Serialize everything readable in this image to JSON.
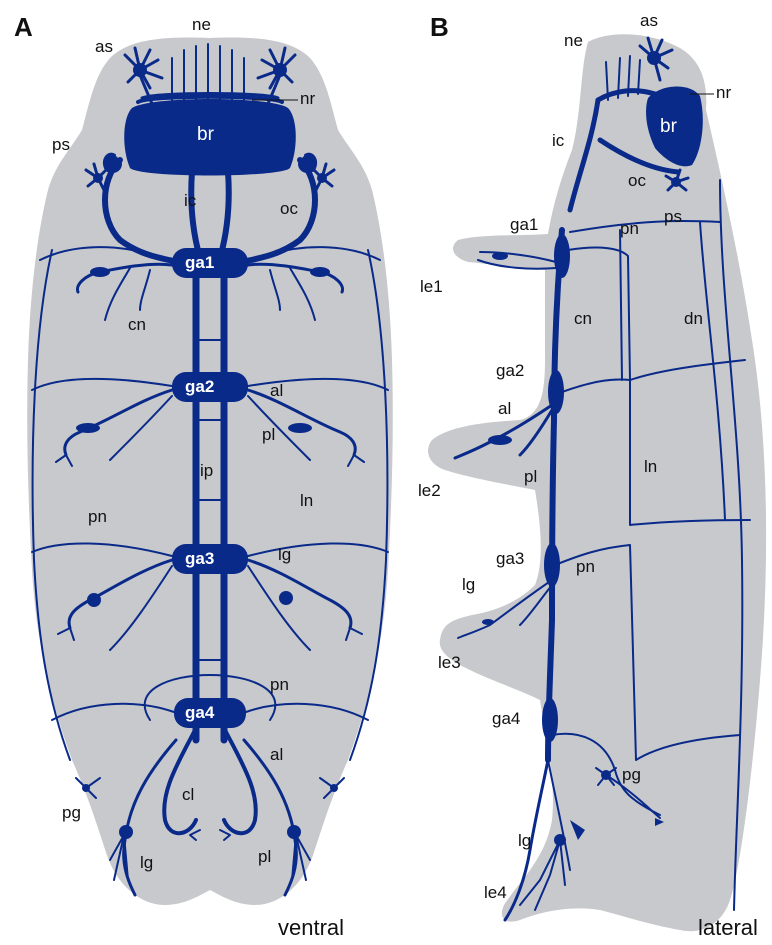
{
  "colors": {
    "body": "#c8c9cc",
    "nerve": "#0a2a8a",
    "text": "#111111",
    "background": "#ffffff"
  },
  "panelA": {
    "letter": "A",
    "view": "ventral",
    "labels": {
      "as": "as",
      "ne": "ne",
      "nr": "nr",
      "ps": "ps",
      "br": "br",
      "ic": "ic",
      "oc": "oc",
      "ga1": "ga1",
      "cn": "cn",
      "ga2": "ga2",
      "al": "al",
      "pl": "pl",
      "ip": "ip",
      "ln": "ln",
      "pn": "pn",
      "ga3": "ga3",
      "lg": "lg",
      "ga4": "ga4",
      "pn2": "pn",
      "cl": "cl",
      "al2": "al",
      "pg": "pg",
      "lg2": "lg",
      "pl2": "pl"
    }
  },
  "panelB": {
    "letter": "B",
    "view": "lateral",
    "labels": {
      "as": "as",
      "ne": "ne",
      "nr": "nr",
      "br": "br",
      "ic": "ic",
      "oc": "oc",
      "ps": "ps",
      "ga1": "ga1",
      "pn": "pn",
      "le1": "le1",
      "cn": "cn",
      "dn": "dn",
      "ga2": "ga2",
      "al": "al",
      "ln": "ln",
      "pl": "pl",
      "le2": "le2",
      "ga3": "ga3",
      "pn2": "pn",
      "lg": "lg",
      "le3": "le3",
      "ga4": "ga4",
      "pg": "pg",
      "lg2": "lg",
      "le4": "le4"
    }
  }
}
